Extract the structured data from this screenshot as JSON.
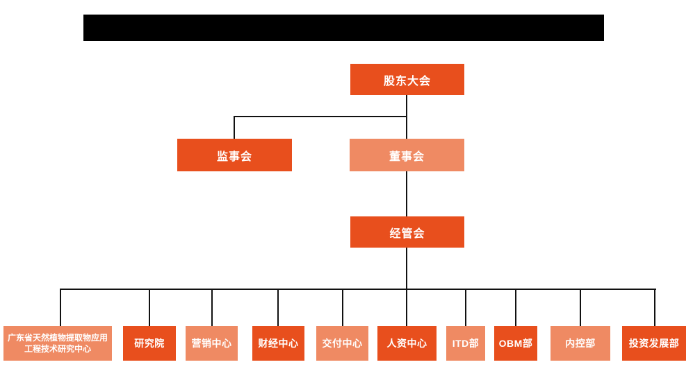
{
  "colors": {
    "primary_orange": "#E84F1D",
    "secondary_salmon": "#EF8A63",
    "connector": "#111111",
    "node_text": "#FFFFFF",
    "redacted_title_bar": "#000000"
  },
  "org": {
    "shareholders": "股东大会",
    "supervisory": "监事会",
    "directors": "董事会",
    "management": "经管会",
    "departments": [
      "广东省天然植物提取物应用工程技术研究中心",
      "研究院",
      "营销中心",
      "财经中心",
      "交付中心",
      "人资中心",
      "ITD部",
      "OBM部",
      "内控部",
      "投资发展部"
    ]
  }
}
